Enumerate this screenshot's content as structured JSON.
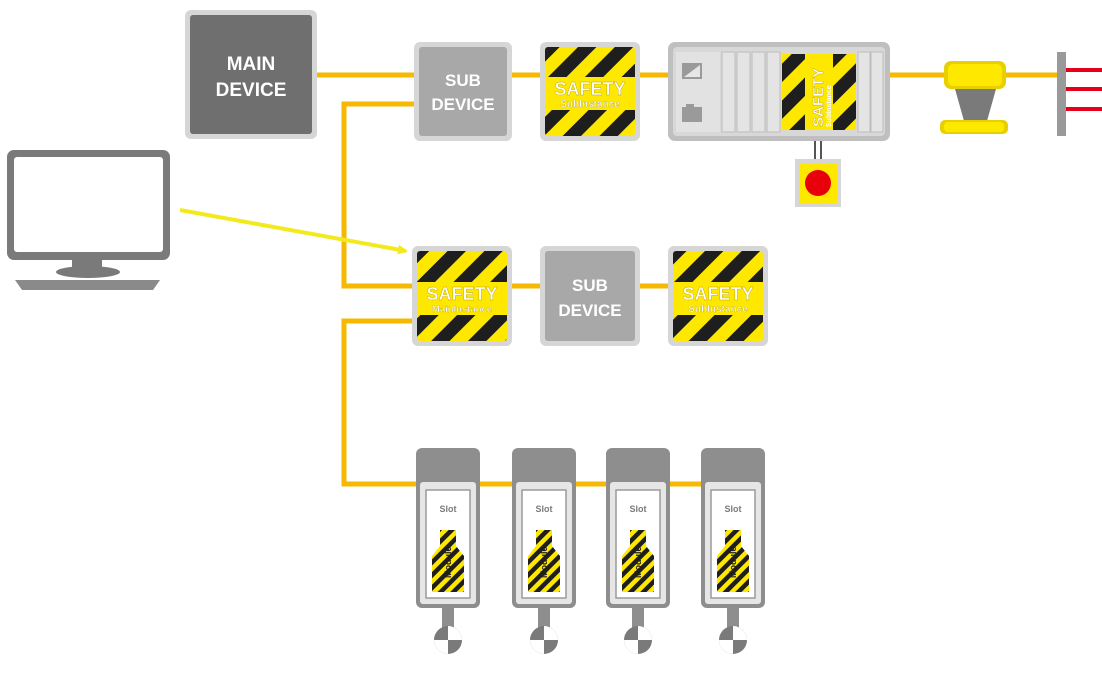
{
  "colors": {
    "bus": "#f6b800",
    "hazard_yellow": "#ffe800",
    "hazard_black": "#1e1e1e",
    "main_device": "#6f6f6f",
    "sub_device": "#a8a8a8",
    "frame": "#d4d4d4",
    "emergency_red": "#e8000b",
    "light_curtain_red": "#e3001b",
    "arrow": "#f3ea1e"
  },
  "main_device": {
    "line1": "MAIN",
    "line2": "DEVICE"
  },
  "sub_device": {
    "line1": "SUB",
    "line2": "DEVICE"
  },
  "safety_sub": {
    "title": "SAFETY",
    "subtitle": "SubInstance"
  },
  "safety_main": {
    "title": "SAFETY",
    "subtitle": "MainInstance"
  },
  "modules": [
    {
      "slot": "Slot",
      "module": "Module"
    },
    {
      "slot": "Slot",
      "module": "Module"
    },
    {
      "slot": "Slot",
      "module": "Module"
    },
    {
      "slot": "Slot",
      "module": "Module"
    }
  ]
}
